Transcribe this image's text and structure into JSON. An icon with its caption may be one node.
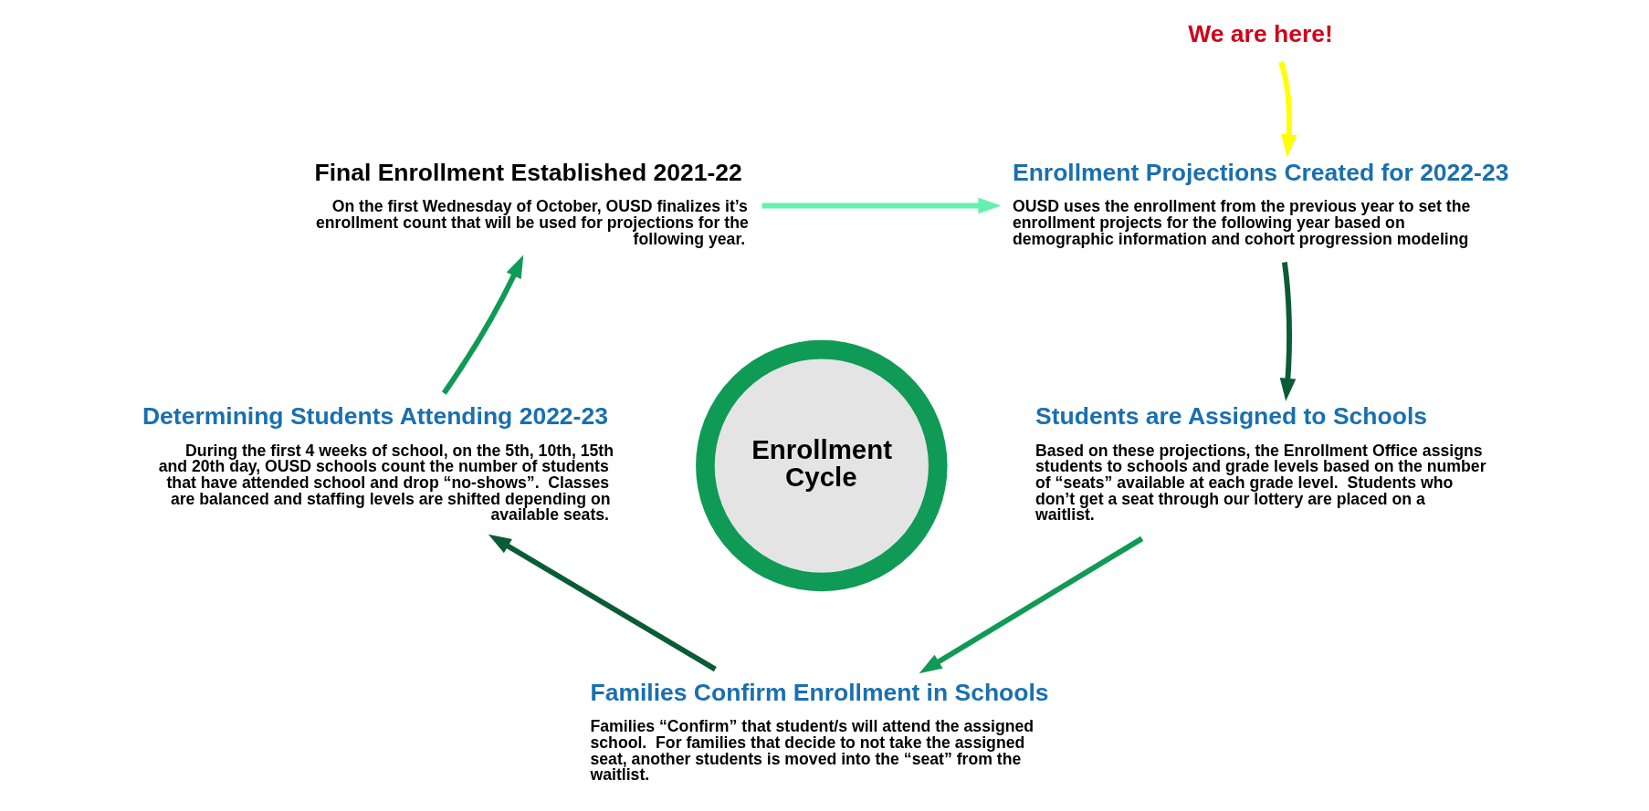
{
  "diagram": {
    "nodes": [
      {
        "text": [
          "Enrollment Cycle"
        ]
      },
      {
        "text": [
          "Final Enrollment Established 2021-22",
          "On the first Wednesday of October, OUSD finalizes it’s enrollment count that will be used for projections for the following year."
        ]
      },
      {
        "text": [
          "Enrollment Projections Created for 2022-23",
          "OUSD uses the enrollment from the previous year to set the enrollment projects for the following year based on demographic information and cohort progression modeling"
        ]
      },
      {
        "text": [
          "Students are Assigned to Schools",
          "Based on these projections, the Enrollment Office assigns students to schools and grade levels based on the number of “seats” available at each grade level.  Students who don’t get a seat through our lottery are placed on a waitlist."
        ]
      },
      {
        "text": [
          "Families Confirm Enrollment in Schools",
          "Families “Confirm” that student/s will attend the assigned school.  For families that decide to not take the assigned seat, another students is moved into the “seat” from the waitlist."
        ]
      },
      {
        "text": [
          "Determining Students Attending 2022-23",
          "During the first 4 weeks of school, on the 5th, 10th, 15th and 20th day, OUSD schools count the number of students that have attended school and drop “no-shows”.  Classes are balanced and staffing levels are shifted depending on available seats."
        ]
      },
      {
        "text": [
          "We are here!"
        ]
      }
    ],
    "edges": [
      {
        "from": 1,
        "to": 2,
        "arrow": "to",
        "color": "#66f0b0"
      },
      {
        "from": 2,
        "to": 3,
        "arrow": "to",
        "color": "#0a5c36"
      },
      {
        "from": 3,
        "to": 4,
        "arrow": "to",
        "color": "#0f9a55"
      },
      {
        "from": 4,
        "to": 5,
        "arrow": "to",
        "color": "#0a5c36"
      },
      {
        "from": 5,
        "to": 1,
        "arrow": "to",
        "color": "#0f9a55"
      },
      {
        "from": 6,
        "to": 2,
        "arrow": "to",
        "color": "#ffff00"
      }
    ]
  }
}
